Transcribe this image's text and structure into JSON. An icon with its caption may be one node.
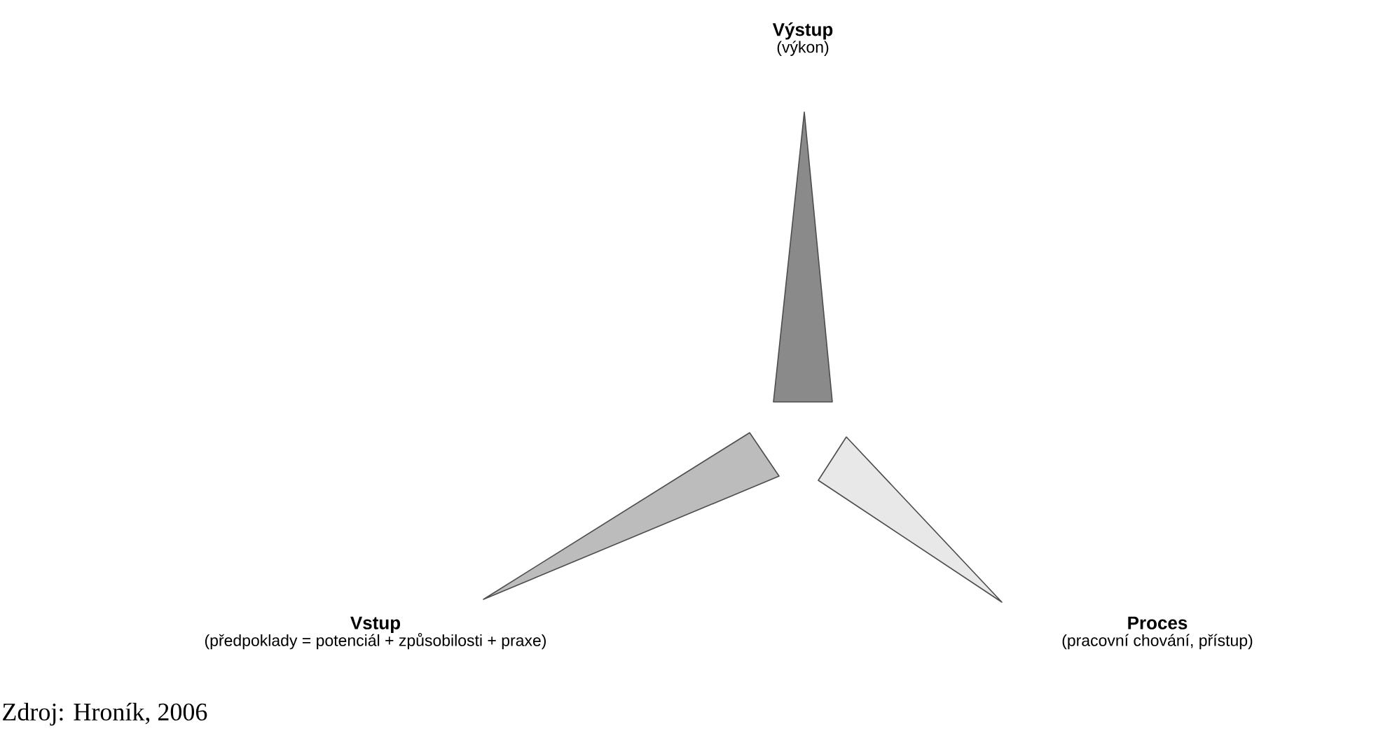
{
  "diagram": {
    "caption": "Zdroj: Hroník, 2006",
    "nodes": [
      {
        "text": [
          "Výstup",
          "(výkon)"
        ]
      },
      {
        "text": [
          "Vstup",
          "(předpoklady = potenciál + způsobilosti + praxe)"
        ]
      },
      {
        "text": [
          "Proces",
          "(pracovní chování, přístup)"
        ]
      }
    ]
  }
}
